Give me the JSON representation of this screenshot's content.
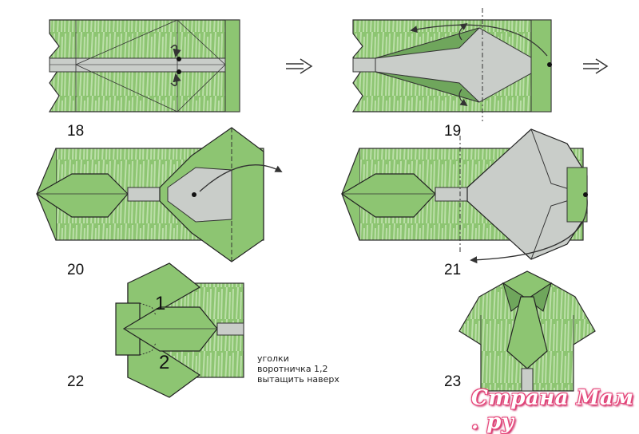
{
  "steps": [
    {
      "number": "18"
    },
    {
      "number": "19"
    },
    {
      "number": "20"
    },
    {
      "number": "21"
    },
    {
      "number": "22"
    },
    {
      "number": "23"
    }
  ],
  "step22": {
    "label_1": "1",
    "label_2": "2",
    "note_lines": [
      "уголки",
      "воротничка 1,2",
      "вытащить наверх"
    ]
  },
  "watermark": "Страна Мам . ру",
  "colors": {
    "paper_green": "#8dc572",
    "grass_light": "#c8e6b6",
    "paper_gray": "#c9cdc9",
    "dark_green": "#5c9a4c",
    "arrow_dark": "#333333",
    "watermark_pink": "#e8457a"
  }
}
